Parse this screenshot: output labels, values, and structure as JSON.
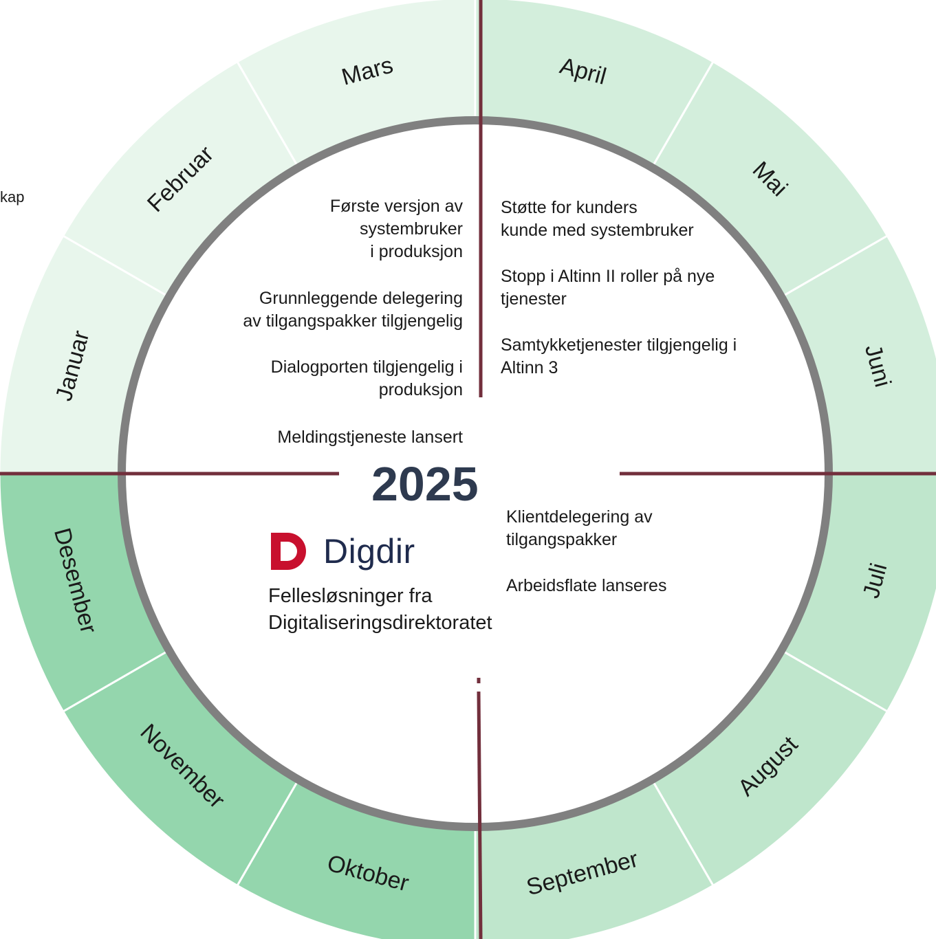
{
  "wheel": {
    "year": "2025",
    "months": [
      {
        "name": "Januar",
        "color": "#e8f6ec"
      },
      {
        "name": "Februar",
        "color": "#e8f6ec"
      },
      {
        "name": "Mars",
        "color": "#e8f6ec"
      },
      {
        "name": "April",
        "color": "#d3eedc"
      },
      {
        "name": "Mai",
        "color": "#d3eedc"
      },
      {
        "name": "Juni",
        "color": "#d3eedc"
      },
      {
        "name": "Juli",
        "color": "#bfe6cc"
      },
      {
        "name": "August",
        "color": "#bfe6cc"
      },
      {
        "name": "September",
        "color": "#bfe6cc"
      },
      {
        "name": "Oktober",
        "color": "#94d6ad"
      },
      {
        "name": "November",
        "color": "#94d6ad"
      },
      {
        "name": "Desember",
        "color": "#94d6ad"
      }
    ],
    "ring_color": "#808080",
    "axis_color": "#722f3c"
  },
  "quarters": {
    "q1": [
      "Første versjon av\nsystembruker\ni produksjon",
      "Grunnleggende delegering\nav tilgangspakker tilgjengelig",
      "Dialogporten tilgjengelig i\nproduksjon",
      "Meldingstjeneste lansert"
    ],
    "q2": [
      "Støtte for kunders\nkunde med systembruker",
      "Stopp i Altinn II roller på nye\ntjenester",
      "Samtykketjenester tilgjengelig i\nAltinn 3"
    ],
    "q3": [
      "Klientdelegering av\ntilgangspakker",
      "Arbeidsflate lanseres"
    ]
  },
  "branding": {
    "logo_text": "Digdir",
    "logo_color": "#c8102e",
    "subtitle": "Fellesløsninger fra\nDigitaliseringsdirektoratet"
  },
  "edge_text": "kap"
}
